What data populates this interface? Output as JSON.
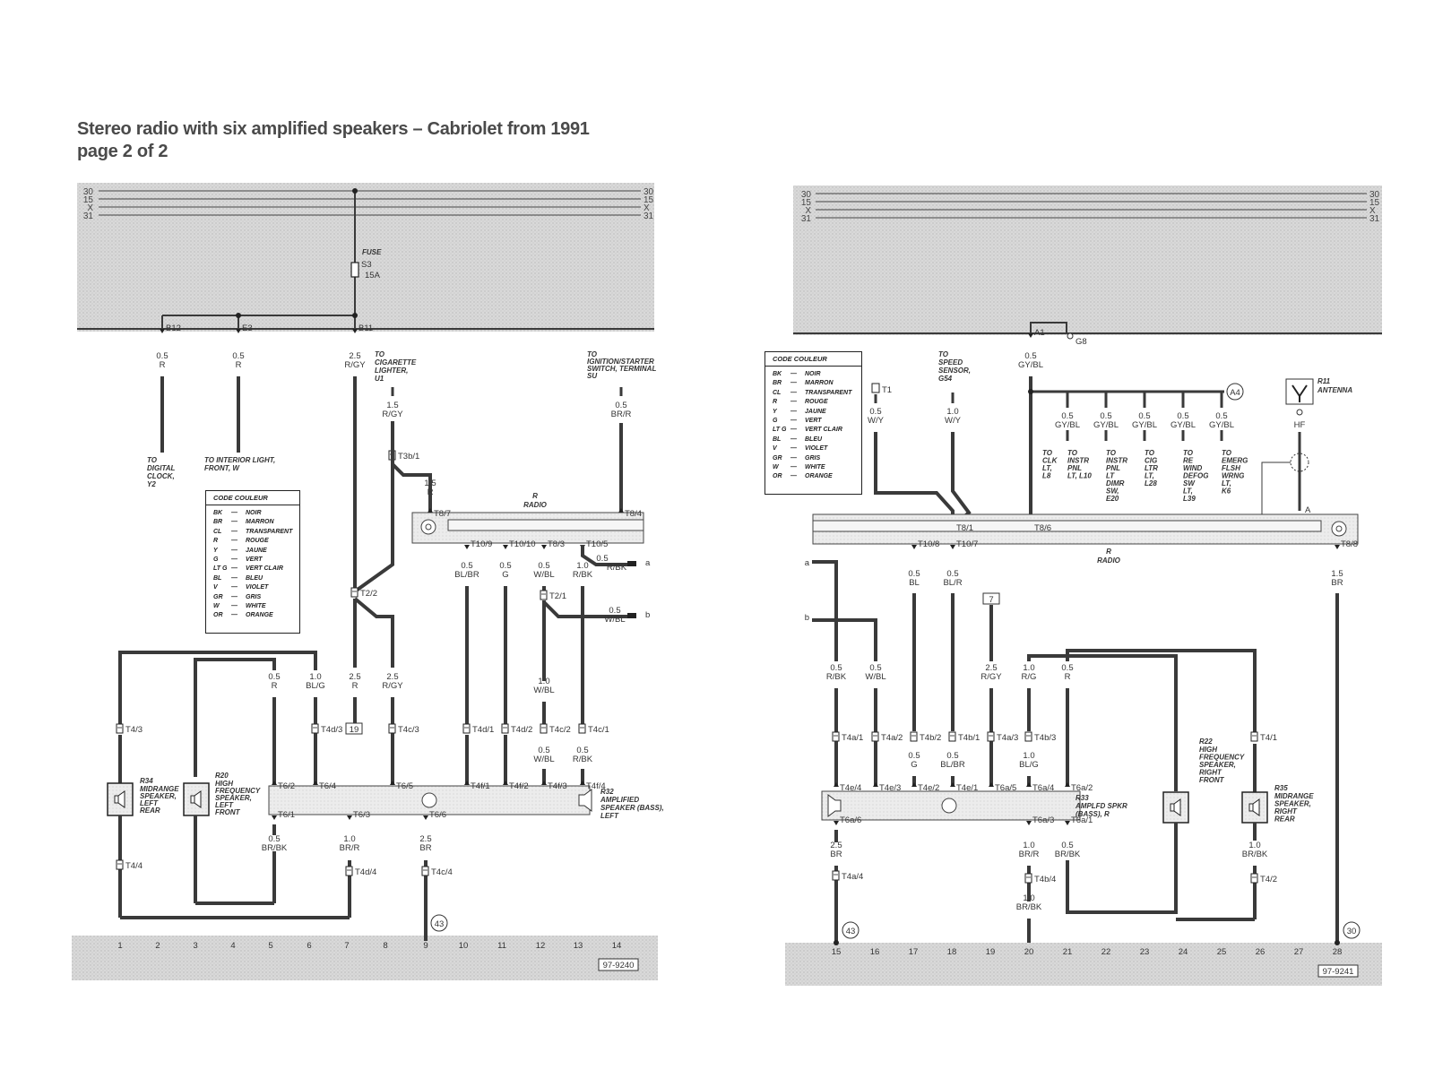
{
  "title": {
    "line1": "Stereo radio with six amplified speakers – Cabriolet from 1991",
    "line2": "page 2 of 2"
  },
  "bus_labels": [
    "30",
    "15",
    "X",
    "31"
  ],
  "left_panel": {
    "fuse": {
      "label": "FUSE",
      "name": "S3",
      "rating": "15A"
    },
    "connectors_top": [
      "B12",
      "E3",
      "B11"
    ],
    "wires_top": [
      {
        "size": "0.5",
        "color": "R"
      },
      {
        "size": "0.5",
        "color": "R"
      },
      {
        "size": "2.5",
        "color": "R/GY"
      }
    ],
    "dest_cig": "TO CIGARETTE LIGHTER, U1",
    "dest_ign": "TO IGNITION/STARTER SWITCH, TERMINAL SU",
    "dest_clock": "TO DIGITAL CLOCK, Y2",
    "dest_light": "TO INTERIOR LIGHT, FRONT, W",
    "w_cig": {
      "size": "1.5",
      "color": "R/GY"
    },
    "w_ign": {
      "size": "0.5",
      "color": "BR/R"
    },
    "w_t3b": {
      "size": "1.5",
      "color": "R"
    },
    "t3b": "T3b/1",
    "radio_label": "R",
    "radio_name": "RADIO",
    "radio_pins_top": [
      "T8/7",
      "T8/4"
    ],
    "radio_pins_bottom": [
      "T10/9",
      "T10/10",
      "T8/3",
      "T10/5"
    ],
    "radio_wires": [
      {
        "size": "0.5",
        "color": "BL/BR"
      },
      {
        "size": "0.5",
        "color": "G"
      },
      {
        "size": "0.5",
        "color": "W/BL"
      },
      {
        "size": "1.0",
        "color": "R/BK"
      }
    ],
    "w_a": {
      "size": "0.5",
      "color": "R/BK",
      "tag": "a"
    },
    "w_b": {
      "size": "0.5",
      "color": "W/BL",
      "tag": "b"
    },
    "t2_1": "T2/1",
    "t2_2": "T2/2",
    "w_t21": {
      "size": "1.0",
      "color": "W/BL"
    },
    "mid_wires": [
      {
        "size": "0.5",
        "color": "R"
      },
      {
        "size": "1.0",
        "color": "BL/G"
      },
      {
        "size": "2.5",
        "color": "R"
      },
      {
        "size": "2.5",
        "color": "R/GY"
      }
    ],
    "connectors_mid": [
      "T4/3",
      "T4d/3",
      "T4c/3",
      "T4d/1",
      "T4d/2",
      "T4c/2",
      "T4c/1"
    ],
    "ref_19": "19",
    "w_after_c2": {
      "size": "0.5",
      "color": "W/BL"
    },
    "w_after_c1": {
      "size": "0.5",
      "color": "R/BK"
    },
    "amp_pins_top": [
      "T6/2",
      "T6/4",
      "T6/5",
      "T4f/1",
      "T4f/2",
      "T4f/3",
      "T4f/4"
    ],
    "amp_pins_bottom": [
      "T6/1",
      "T6/3",
      "T6/6"
    ],
    "r34": {
      "id": "R34",
      "desc": "MIDRANGE SPEAKER, LEFT REAR"
    },
    "r20": {
      "id": "R20",
      "desc": "HIGH FREQUENCY SPEAKER, LEFT FRONT"
    },
    "r32": {
      "id": "R32",
      "desc": "AMPLIFIED SPEAKER (BASS), LEFT"
    },
    "bottom_wires": [
      {
        "size": "0.5",
        "color": "BR/BK"
      },
      {
        "size": "1.0",
        "color": "BR/R"
      },
      {
        "size": "2.5",
        "color": "BR"
      }
    ],
    "connectors_bottom": [
      "T4/4",
      "T4d/4",
      "T4c/4"
    ],
    "ground_ref": "43",
    "ground_numbers": [
      "1",
      "2",
      "3",
      "4",
      "5",
      "6",
      "7",
      "8",
      "9",
      "10",
      "11",
      "12",
      "13",
      "14"
    ],
    "diagram_code": "97-9240"
  },
  "right_panel": {
    "connectors_top": [
      "A1",
      "G8"
    ],
    "w_top": {
      "size": "0.5",
      "color": "GY/BL"
    },
    "t1": "T1",
    "w_t1": {
      "size": "0.5",
      "color": "W/Y"
    },
    "dest_speed": "TO SPEED SENSOR, G54",
    "w_speed": {
      "size": "1.0",
      "color": "W/Y"
    },
    "a4": "A4",
    "branch_wires": [
      {
        "size": "0.5",
        "color": "GY/BL"
      },
      {
        "size": "0.5",
        "color": "GY/BL"
      },
      {
        "size": "0.5",
        "color": "GY/BL"
      },
      {
        "size": "0.5",
        "color": "GY/BL"
      },
      {
        "size": "0.5",
        "color": "GY/BL"
      }
    ],
    "branch_dests": [
      "TO CLK LT, L8",
      "TO INSTR PNL LT, L10",
      "TO INSTR PNL LT DIMR SW, E20",
      "TO CIG LTR LT, L28",
      "TO RE WIND DEFOG SW LT, L39",
      "TO EMERG FLSH WRNG LT, K6"
    ],
    "antenna": {
      "id": "R11",
      "name": "ANTENNA",
      "tag": "HF",
      "pin": "A"
    },
    "radio_pins_top": [
      "T8/1",
      "T8/6"
    ],
    "radio_pins_bottom": [
      "T10/8",
      "T10/7",
      "T8/8"
    ],
    "radio_label": "R",
    "radio_name": "RADIO",
    "radio_wires": [
      {
        "size": "0.5",
        "color": "BL"
      },
      {
        "size": "0.5",
        "color": "BL/R"
      }
    ],
    "w_t88": {
      "size": "1.5",
      "color": "BR"
    },
    "ref_7": "7",
    "tag_a": "a",
    "tag_b": "b",
    "mid_wires": [
      {
        "size": "0.5",
        "color": "R/BK"
      },
      {
        "size": "0.5",
        "color": "W/BL"
      },
      {
        "size": "2.5",
        "color": "R/GY"
      },
      {
        "size": "1.0",
        "color": "R/G"
      },
      {
        "size": "0.5",
        "color": "R"
      }
    ],
    "connectors_mid": [
      "T4a/1",
      "T4a/2",
      "T4b/2",
      "T4b/1",
      "T4a/3",
      "T4b/3",
      "T4/1"
    ],
    "w_after_b2": {
      "size": "0.5",
      "color": "G"
    },
    "w_after_b1": {
      "size": "0.5",
      "color": "BL/BR"
    },
    "w_after_b3": {
      "size": "1.0",
      "color": "BL/G"
    },
    "amp_pins_top": [
      "T4e/4",
      "T4e/3",
      "T4e/2",
      "T4e/1",
      "T6a/5",
      "T6a/4",
      "T6a/2"
    ],
    "amp_pins_bottom": [
      "T6a/6",
      "T6a/3",
      "T6a/1"
    ],
    "r33": {
      "id": "R33",
      "desc": "AMPLFD SPKR (BASS), R"
    },
    "r22": {
      "id": "R22",
      "desc": "HIGH FREQUENCY SPEAKER, RIGHT FRONT"
    },
    "r35": {
      "id": "R35",
      "desc": "MIDRANGE SPEAKER, RIGHT REAR"
    },
    "bottom_wires": [
      {
        "size": "2.5",
        "color": "BR"
      },
      {
        "size": "1.0",
        "color": "BR/R"
      },
      {
        "size": "0.5",
        "color": "BR/BK"
      },
      {
        "size": "1.0",
        "color": "BR/BK"
      },
      {
        "size": "1.0",
        "color": "BR/BK"
      }
    ],
    "connectors_bottom": [
      "T4a/4",
      "T4b/4",
      "T4/2"
    ],
    "ground_ref_left": "43",
    "ground_ref_right": "30",
    "ground_numbers": [
      "15",
      "16",
      "17",
      "18",
      "19",
      "20",
      "21",
      "22",
      "23",
      "24",
      "25",
      "26",
      "27",
      "28"
    ],
    "diagram_code": "97-9241"
  },
  "legend": {
    "header": "CODE COULEUR",
    "rows": [
      {
        "code": "BK",
        "name": "NOIR"
      },
      {
        "code": "BR",
        "name": "MARRON"
      },
      {
        "code": "CL",
        "name": "TRANSPARENT"
      },
      {
        "code": "R",
        "name": "ROUGE"
      },
      {
        "code": "Y",
        "name": "JAUNE"
      },
      {
        "code": "G",
        "name": "VERT"
      },
      {
        "code": "LT G",
        "name": "VERT CLAIR"
      },
      {
        "code": "BL",
        "name": "BLEU"
      },
      {
        "code": "V",
        "name": "VIOLET"
      },
      {
        "code": "GR",
        "name": "GRIS"
      },
      {
        "code": "W",
        "name": "WHITE"
      },
      {
        "code": "OR",
        "name": "ORANGE"
      }
    ]
  },
  "colors": {
    "wire": "#3a3a3a",
    "panel": "#d4d4d4",
    "dash": "#000000"
  }
}
